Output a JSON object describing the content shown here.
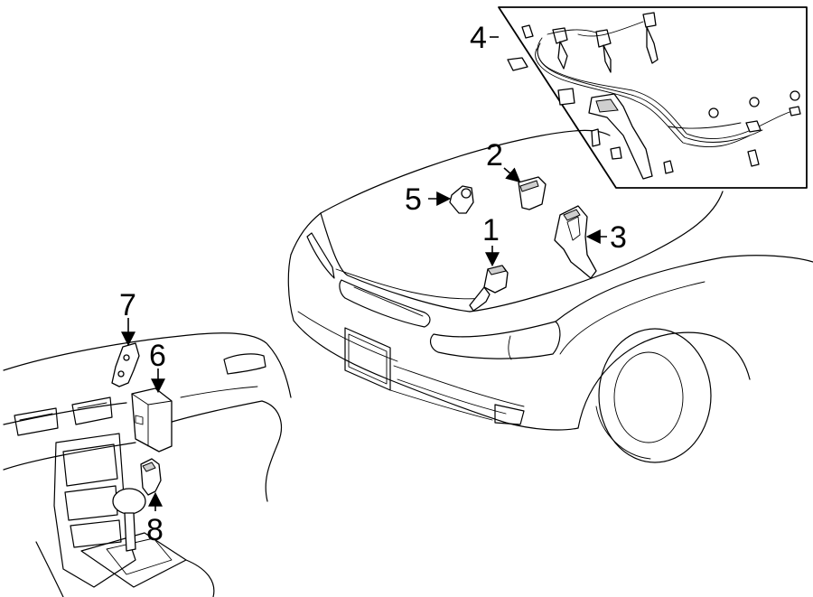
{
  "diagram": {
    "callouts": [
      {
        "id": "1",
        "label": "1"
      },
      {
        "id": "2",
        "label": "2"
      },
      {
        "id": "3",
        "label": "3"
      },
      {
        "id": "4",
        "label": "4"
      },
      {
        "id": "5",
        "label": "5"
      },
      {
        "id": "6",
        "label": "6"
      },
      {
        "id": "7",
        "label": "7"
      },
      {
        "id": "8",
        "label": "8"
      }
    ],
    "colors": {
      "line": "#000000",
      "background": "#ffffff",
      "shade": "#cfcfcf"
    }
  }
}
